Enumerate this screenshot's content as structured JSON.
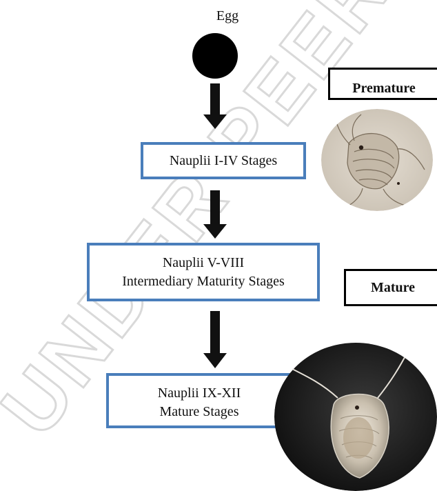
{
  "diagram": {
    "egg_label": "Egg",
    "stages": [
      {
        "line1": "Nauplii I-IV Stages",
        "line2": ""
      },
      {
        "line1": "Nauplii V-VIII",
        "line2": "Intermediary Maturity Stages"
      },
      {
        "line1": "Nauplii IX-XII",
        "line2": "Mature Stages"
      }
    ],
    "tags": {
      "premature": "Premature",
      "mature": "Mature"
    },
    "watermark_text": "UNDER PEER REVIEW"
  },
  "colors": {
    "box_border": "#4a7ebb",
    "arrow": "#111111",
    "egg": "#000000",
    "watermark": "#dcdcdc"
  }
}
